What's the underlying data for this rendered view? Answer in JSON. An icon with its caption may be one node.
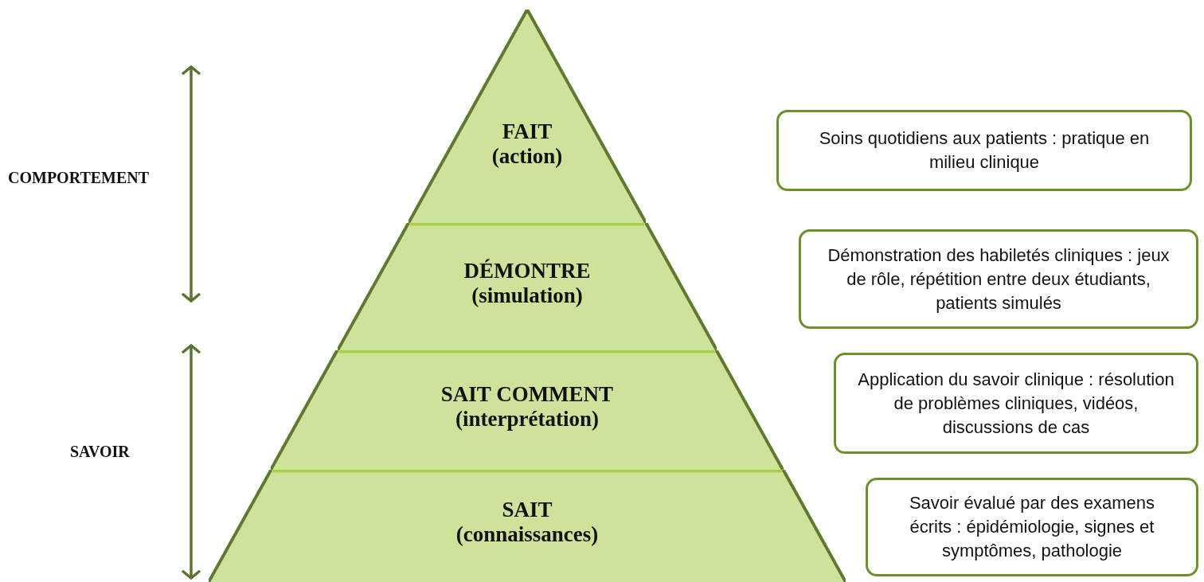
{
  "diagram": {
    "nodes": [
      {
        "text": [
          "FAIT",
          "(action)"
        ]
      },
      {
        "text": [
          "DÉMONTRE",
          "(simulation)"
        ]
      },
      {
        "text": [
          "SAIT COMMENT",
          "(interprétation)"
        ]
      },
      {
        "text": [
          "SAIT",
          "(connaissances)"
        ]
      },
      {
        "text": [
          "Soins quotidiens aux patients : pratique en milieu clinique"
        ]
      },
      {
        "text": [
          "Démonstration des habiletés cliniques : jeux de rôle, répétition entre deux étudiants, patients simulés"
        ]
      },
      {
        "text": [
          "Application du savoir clinique : résolution de problèmes cliniques, vidéos, discussions de cas"
        ]
      },
      {
        "text": [
          "Savoir évalué par des examens écrits : épidémiologie, signes et symptômes, pathologie"
        ]
      }
    ],
    "labels": [
      "COMPORTEMENT",
      "SAVOIR"
    ]
  }
}
